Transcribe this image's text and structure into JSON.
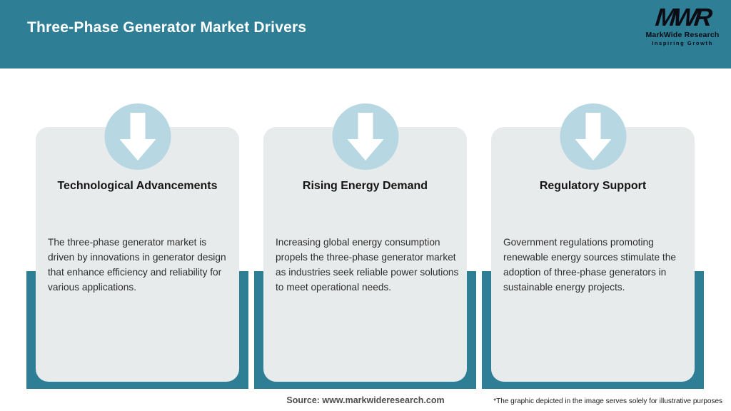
{
  "header": {
    "title": "Three-Phase Generator Market Drivers",
    "logo": {
      "acronym": "MWR",
      "name": "MarkWide Research",
      "tagline": "Inspiring Growth"
    }
  },
  "cards": [
    {
      "icon": "down-arrow-icon",
      "title": "Technological Advancements",
      "description": "The three-phase generator market is driven by innovations in generator design that enhance efficiency and reliability for various applications."
    },
    {
      "icon": "down-arrow-icon",
      "title": "Rising Energy Demand",
      "description": "Increasing global energy consumption propels the three-phase generator market as industries seek reliable power solutions to meet operational needs."
    },
    {
      "icon": "down-arrow-icon",
      "title": "Regulatory Support",
      "description": "Government regulations promoting renewable energy sources stimulate the adoption of three-phase generators in sustainable energy projects."
    }
  ],
  "footer": {
    "source": "Source: www.markwideresearch.com",
    "disclaimer": "*The graphic depicted in the image serves solely for illustrative purposes"
  },
  "colors": {
    "teal": "#2e7f96",
    "card_background": "#e8ebeb",
    "circle_blue": "#b7d7e2",
    "arrow_white": "#ffffff"
  }
}
